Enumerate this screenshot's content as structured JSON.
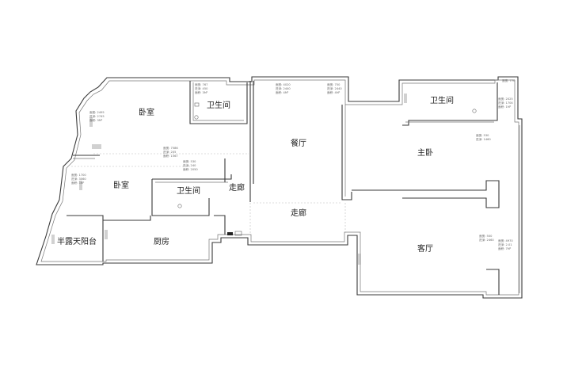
{
  "rooms": [
    {
      "id": "bedroom-top",
      "label": "卧室"
    },
    {
      "id": "bath-top",
      "label": "卫生间"
    },
    {
      "id": "dining",
      "label": "餐厅"
    },
    {
      "id": "bath-right",
      "label": "卫生间"
    },
    {
      "id": "master",
      "label": "主卧"
    },
    {
      "id": "bedroom-mid",
      "label": "卧室"
    },
    {
      "id": "bath-mid",
      "label": "卫生间"
    },
    {
      "id": "corridor-left",
      "label": "走廊"
    },
    {
      "id": "corridor-center",
      "label": "走廊"
    },
    {
      "id": "balcony",
      "label": "半露天阳台"
    },
    {
      "id": "kitchen",
      "label": "厨房"
    },
    {
      "id": "living",
      "label": "客厅"
    }
  ],
  "annotations": [
    {
      "id": "ann-bedroom-top",
      "lines": [
        "面宽: 2495",
        "进深: 2745",
        "面积: 3M²"
      ]
    },
    {
      "id": "ann-bath-top",
      "lines": [
        "面宽: 767",
        "进深: 450",
        "面积: 3M²"
      ]
    },
    {
      "id": "ann-dining-a",
      "lines": [
        "面宽: 4020",
        "进深: 2440",
        "面积: 4M²"
      ]
    },
    {
      "id": "ann-dining-b",
      "lines": [
        "面宽: 750",
        "进深: 2440",
        "面积: 4M²"
      ]
    },
    {
      "id": "ann-hall",
      "lines": [
        "面宽: 7586",
        "进深: 205",
        "面积: 1567"
      ]
    },
    {
      "id": "ann-bath-mid",
      "lines": [
        "面宽: 530",
        "进深: 240",
        "面积: 2050"
      ]
    },
    {
      "id": "ann-bedroom-mid",
      "lines": [
        "面宽: 1700",
        "进深: 3060",
        "面积: 3M²"
      ]
    },
    {
      "id": "ann-bath-right-a",
      "lines": [
        "面宽: 770"
      ]
    },
    {
      "id": "ann-bath-right-b",
      "lines": [
        "面宽: 2025",
        "进深: 1704",
        "面积: 1M²"
      ]
    },
    {
      "id": "ann-master",
      "lines": [
        "面宽: 530",
        "进深: 1460"
      ]
    },
    {
      "id": "ann-living-a",
      "lines": [
        "面宽: 500",
        "进深: 2460"
      ]
    },
    {
      "id": "ann-living-b",
      "lines": [
        "面宽: 4970",
        "进深: 2.01",
        "面积: 7M²"
      ]
    }
  ]
}
